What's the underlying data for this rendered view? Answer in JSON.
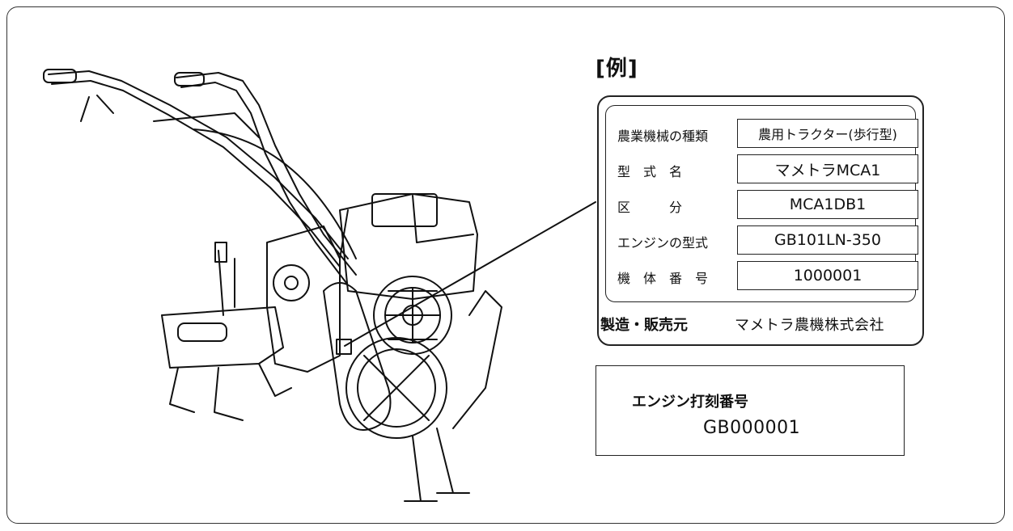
{
  "example_label": "[例]",
  "plate": {
    "rows": [
      {
        "label": "農業機械の種類",
        "value": "農用トラクター(歩行型)"
      },
      {
        "label": "型　式　名",
        "value": "マメトラMCA1"
      },
      {
        "label": "区　　　分",
        "value": "MCA1DB1"
      },
      {
        "label": "エンジンの型式",
        "value": "GB101LN-350"
      },
      {
        "label": "機　体　番　号",
        "value": "1000001"
      }
    ],
    "maker_label": "製造・販売元",
    "maker_name": "マメトラ農機株式会社"
  },
  "engine_stamp": {
    "label": "エンジン打刻番号",
    "value": "GB000001"
  }
}
